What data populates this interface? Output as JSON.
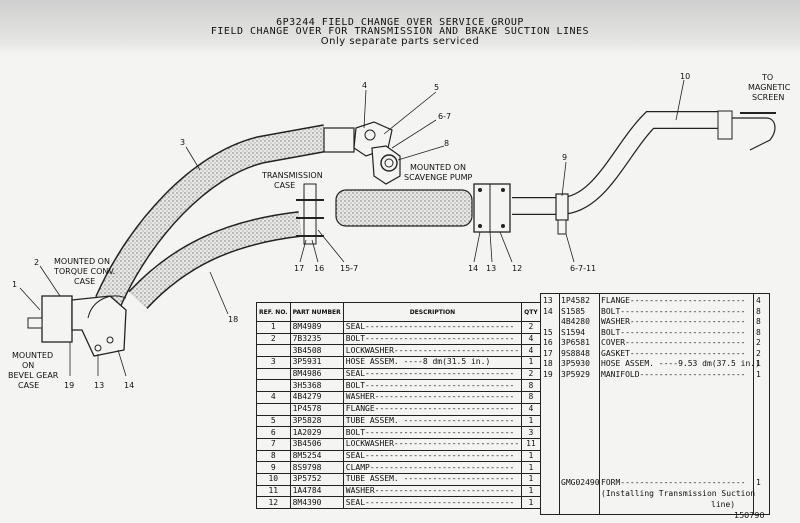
{
  "header": {
    "line1": "6P3244 FIELD CHANGE OVER SERVICE GROUP",
    "line2": "FIELD CHANGE OVER FOR TRANSMISSION AND BRAKE SUCTION LINES",
    "line3": "Only separate parts serviced"
  },
  "callouts": {
    "c1": "1",
    "c2": "2",
    "c3": "3",
    "c4": "4",
    "c5": "5",
    "c67a": "6-7",
    "c8": "8",
    "c9": "9",
    "c10": "10",
    "c13a": "13",
    "c14a": "14",
    "c13b": "13",
    "c14b": "14",
    "c12": "12",
    "c17": "17",
    "c16": "16",
    "c157": "15-7",
    "c6711": "6-7-11",
    "c18": "18",
    "c19": "19"
  },
  "captions": {
    "magnetic": [
      "TO",
      "MAGNETIC",
      "SCREEN"
    ],
    "scavenge": [
      "MOUNTED ON",
      "SCAVENGE PUMP"
    ],
    "transcase": [
      "TRANSMISSION",
      "CASE"
    ],
    "torque": [
      "MOUNTED ON",
      "TORQUE CONV.",
      "CASE"
    ],
    "bevel": [
      "MOUNTED",
      "ON",
      "BEVEL GEAR",
      "CASE"
    ]
  },
  "table1": {
    "headers": [
      "REF. NO.",
      "PART NUMBER",
      "DESCRIPTION",
      "QTY"
    ],
    "rows": [
      [
        "1",
        "8M4989",
        "SEAL-------------------------------",
        "2"
      ],
      [
        "2",
        "7B3235",
        "BOLT-------------------------------",
        "4"
      ],
      [
        "",
        "3B4508",
        "LOCKWASHER--------------------------",
        "4"
      ],
      [
        "3",
        "3P5931",
        "HOSE ASSEM. ----8 dm(31.5 in.)",
        "1"
      ],
      [
        "",
        "8M4986",
        "SEAL-------------------------------",
        "2"
      ],
      [
        "",
        "3H5368",
        "BOLT-------------------------------",
        "8"
      ],
      [
        "4",
        "4B4279",
        "WASHER-----------------------------",
        "8"
      ],
      [
        "",
        "1P4578",
        "FLANGE-----------------------------",
        "4"
      ],
      [
        "5",
        "3P5828",
        "TUBE ASSEM. -----------------------",
        "1"
      ],
      [
        "6",
        "1A2029",
        "BOLT-------------------------------",
        "3"
      ],
      [
        "7",
        "3B4506",
        "LOCKWASHER--------------------------",
        "11"
      ],
      [
        "8",
        "8M5254",
        "SEAL-------------------------------",
        "1"
      ],
      [
        "9",
        "8S9798",
        "CLAMP------------------------------",
        "1"
      ],
      [
        "10",
        "3P5752",
        "TUBE ASSEM. -----------------------",
        "1"
      ],
      [
        "11",
        "1A4784",
        "WASHER-----------------------------",
        "1"
      ],
      [
        "12",
        "8M4390",
        "SEAL-------------------------------",
        "1"
      ]
    ]
  },
  "table2": {
    "rows": [
      [
        "13",
        "1P4582",
        "FLANGE------------------------",
        "4"
      ],
      [
        "14",
        "S1585",
        "BOLT--------------------------",
        "8"
      ],
      [
        "",
        "4B4280",
        "WASHER------------------------",
        "8"
      ],
      [
        "15",
        "S1594",
        "BOLT--------------------------",
        "8"
      ],
      [
        "16",
        "3P6581",
        "COVER-------------------------",
        "2"
      ],
      [
        "17",
        "9S8848",
        "GASKET------------------------",
        "2"
      ],
      [
        "18",
        "3P5930",
        "HOSE ASSEM. ----9.53 dm(37.5 in.)",
        "1"
      ],
      [
        "19",
        "3P5929",
        "MANIFOLD----------------------",
        "1"
      ]
    ],
    "form_part": "GMG02490",
    "form_desc": "FORM--------------------------",
    "form_note1": "(Installing Transmission Suction",
    "form_note2": "line)",
    "form_qty": "1"
  },
  "drawing_number": "150790"
}
